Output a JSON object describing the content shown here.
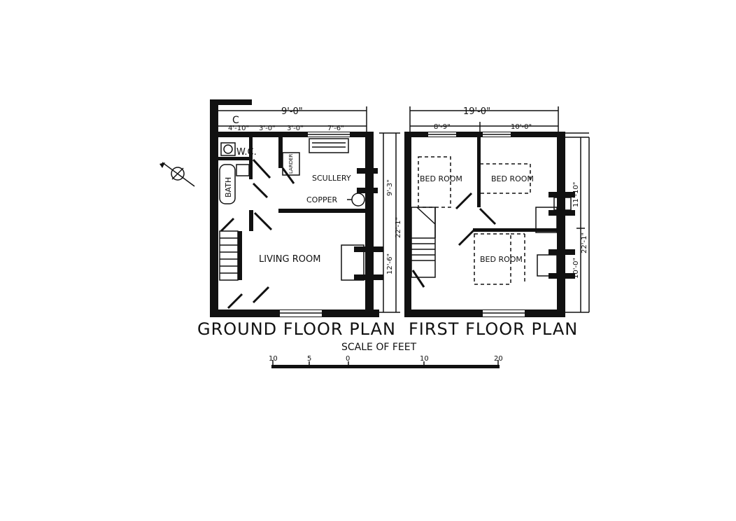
{
  "ground_floor": {
    "title": "GROUND FLOOR PLAN",
    "rooms": {
      "coal": "C",
      "wc": "W.C.",
      "bath": "BATH",
      "larder": "LARDER",
      "scullery": "SCULLERY",
      "copper": "COPPER",
      "living_room": "LIVING ROOM"
    },
    "dimensions": {
      "overall_width_top": "9'-0\"",
      "sub_1": "4'-10\"",
      "sub_2": "3'-0\"",
      "sub_3": "3'-0\"",
      "sub_4": "7'-6\"",
      "depth_upper": "9'-3\"",
      "depth_lower": "12'-6\"",
      "depth_total": "22'-1\""
    }
  },
  "first_floor": {
    "title": "FIRST FLOOR PLAN",
    "rooms": {
      "bed_1": "BED ROOM",
      "bed_2": "BED ROOM",
      "bed_3": "BED ROOM"
    },
    "dimensions": {
      "overall_width": "19'-0\"",
      "sub_1": "8'-9\"",
      "sub_2": "10'-0\"",
      "depth_upper": "11'-10\"",
      "depth_lower": "10'-0\"",
      "depth_total": "22'-1\""
    }
  },
  "scale": {
    "label": "SCALE OF FEET",
    "ticks": [
      "10",
      "5",
      "0",
      "10",
      "20"
    ]
  },
  "north_symbol": "north-arrow",
  "colors": {
    "ink": "#111111",
    "paper": "#ffffff"
  }
}
